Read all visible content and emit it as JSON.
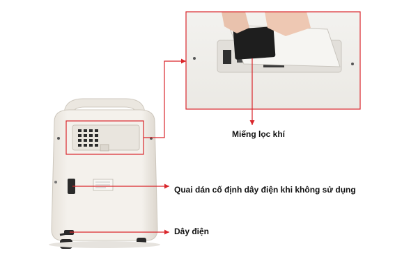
{
  "labels": {
    "filter": "Miếng lọc khí",
    "strap": "Quai dán cố định dây điện khi không sử dụng",
    "cord": "Dây điện"
  },
  "colors": {
    "callout": "#d9262b",
    "device_body": "#f2efe9",
    "device_shadow": "#d8d3cb",
    "panel_dark": "#2b2b2b"
  }
}
